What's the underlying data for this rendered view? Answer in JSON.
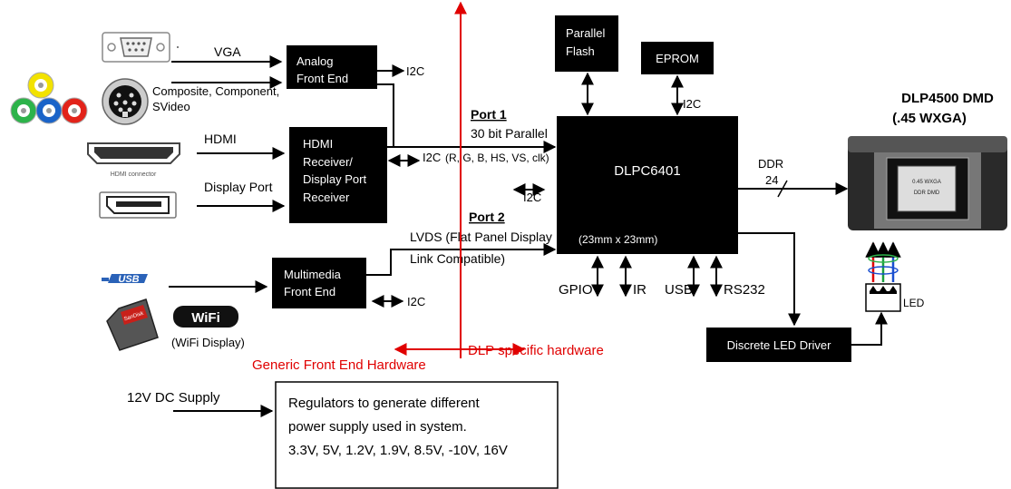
{
  "inputs": {
    "vga": "VGA",
    "composite": "Composite, Component,",
    "svideo": "SVideo",
    "hdmi": "HDMI",
    "hdmi_connector": "HDMI connector",
    "display_port": "Display Port",
    "usb_logo": "USB",
    "wifi_logo": "WiFi",
    "wifi_caption": "(WiFi Display)",
    "sd_logo": "SanDisk"
  },
  "blocks": {
    "analog_fe": [
      "Analog",
      "Front End"
    ],
    "hdmi_rx": [
      "HDMI",
      "Receiver/",
      "Display Port",
      "Receiver"
    ],
    "multimedia_fe": [
      "Multimedia",
      "Front End"
    ],
    "parallel_flash": [
      "Parallel",
      "Flash"
    ],
    "eprom": "EPROM",
    "controller": "DLPC6401",
    "controller_size": "(23mm x 23mm)",
    "led_driver": "Discrete LED Driver",
    "regulators": [
      "Regulators to generate different",
      "power supply used in system.",
      "3.3V, 5V, 1.2V, 1.9V, 8.5V,  -10V, 16V"
    ]
  },
  "signals": {
    "i2c": "I2C",
    "port1_title": "Port 1",
    "port1_desc": "30 bit Parallel",
    "port1_signals": "(R, G, B, HS, VS, clk)",
    "port2_title": "Port 2",
    "port2_desc_1": "LVDS (Flat Panel Display",
    "port2_desc_2": "Link Compatible)",
    "ddr": "DDR",
    "ddr_width": "24",
    "gpio": "GPIO",
    "ir": "IR",
    "usb": "USB",
    "rs232": "RS232",
    "led": "LED",
    "supply": "12V DC Supply"
  },
  "dmd": {
    "title_1": "DLP4500 DMD",
    "title_2": "(.45 WXGA)",
    "chip_1": "0.45 WXGA",
    "chip_2": "DDR DMD"
  },
  "regions": {
    "generic": "Generic Front End Hardware",
    "dlp": "DLP specific hardware"
  },
  "colors": {
    "divider": "#e00000",
    "rca_yellow": "#f2e200",
    "rca_green": "#2db34a",
    "rca_blue": "#1a63c8",
    "rca_red": "#e2231a",
    "usb_blue": "#2a62b8",
    "led_red": "#e00000",
    "led_green": "#1aa040",
    "led_blue": "#1a4fd0"
  }
}
